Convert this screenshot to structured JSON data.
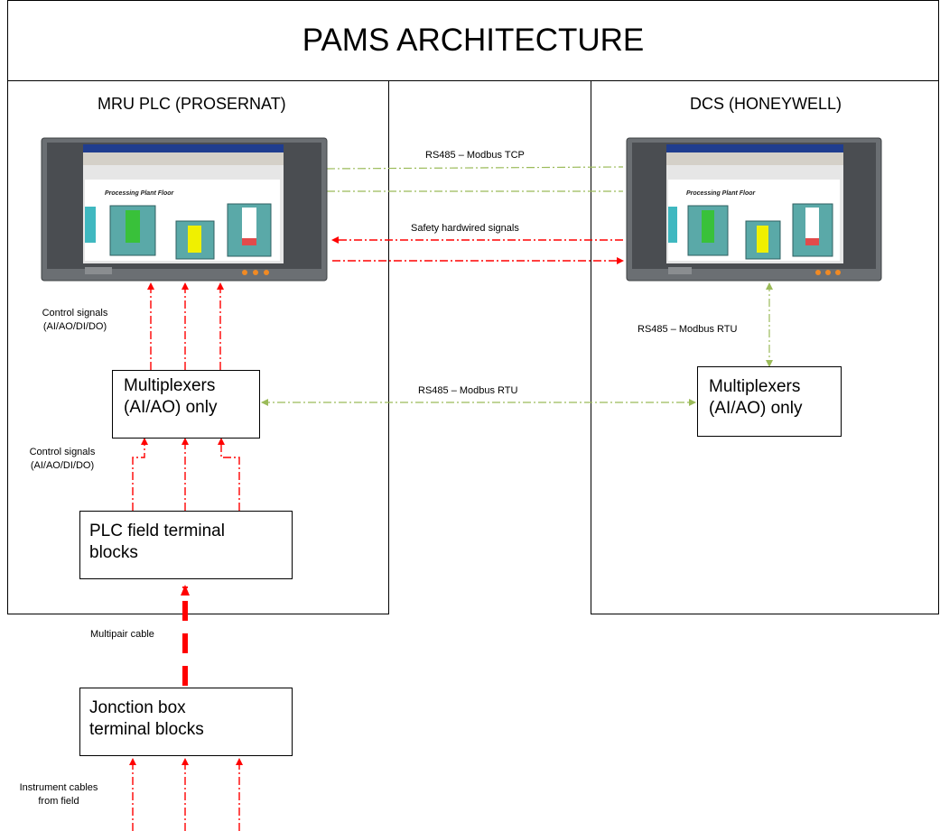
{
  "title": "PAMS ARCHITECTURE",
  "left_panel": {
    "title": "MRU PLC (PROSERNAT)",
    "mux_line1": "Multiplexers",
    "mux_line2": "(AI/AO) only",
    "plc_line1": "PLC field terminal",
    "plc_line2": "blocks",
    "control_label_1a": "Control signals",
    "control_label_1b": "(AI/AO/DI/DO)",
    "control_label_2a": "Control signals",
    "control_label_2b": "(AI/AO/DI/DO)"
  },
  "right_panel": {
    "title": "DCS (HONEYWELL)",
    "mux_line1": "Multiplexers",
    "mux_line2": "(AI/AO) only",
    "rtu_label": "RS485 – Modbus RTU"
  },
  "links": {
    "modbus_tcp": "RS485 – Modbus TCP",
    "safety": "Safety hardwired signals",
    "modbus_rtu": "RS485 – Modbus RTU"
  },
  "field": {
    "multipair": "Multipair cable",
    "jb_line1": "Jonction box",
    "jb_line2": "terminal blocks",
    "instr_line1": "Instrument cables",
    "instr_line2": "from field"
  },
  "hmi_screen": {
    "title_text": "Processing Plant Floor"
  },
  "colors": {
    "red": "#ff0000",
    "green": "#9bbb59",
    "bezel": "#6b6f73"
  }
}
